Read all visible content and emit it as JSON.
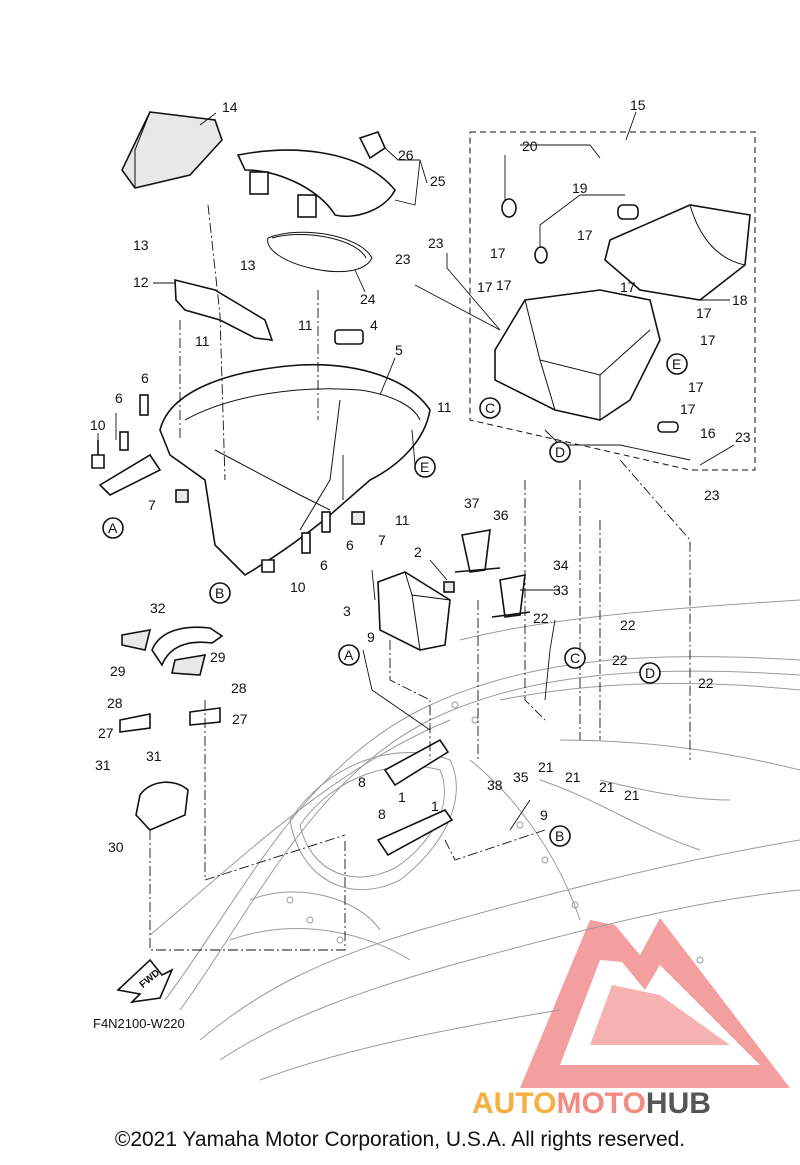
{
  "diagram": {
    "drawing_code": "F4N2100-W220",
    "fwd_label": "FWD",
    "copyright": "©2021 Yamaha Motor Corporation, U.S.A. All rights reserved.",
    "watermark": {
      "part1": "AUTO",
      "part2": "MOTO",
      "part3": "HUB",
      "colors": {
        "auto": "#f5b041",
        "moto": "#f28b82",
        "hub": "#555555",
        "logo": "#f08080"
      }
    },
    "callouts": [
      {
        "id": "c14",
        "label": "14"
      },
      {
        "id": "c15",
        "label": "15"
      },
      {
        "id": "c20",
        "label": "20"
      },
      {
        "id": "c26",
        "label": "26"
      },
      {
        "id": "c25",
        "label": "25"
      },
      {
        "id": "c19",
        "label": "19"
      },
      {
        "id": "c13a",
        "label": "13"
      },
      {
        "id": "c13b",
        "label": "13"
      },
      {
        "id": "c12",
        "label": "12"
      },
      {
        "id": "c24",
        "label": "24"
      },
      {
        "id": "c23a",
        "label": "23"
      },
      {
        "id": "c23b",
        "label": "23"
      },
      {
        "id": "c17a",
        "label": "17"
      },
      {
        "id": "c17b",
        "label": "17"
      },
      {
        "id": "c17c",
        "label": "17"
      },
      {
        "id": "c17d",
        "label": "17"
      },
      {
        "id": "c17e",
        "label": "17"
      },
      {
        "id": "c17f",
        "label": "17"
      },
      {
        "id": "c17g",
        "label": "17"
      },
      {
        "id": "c17h",
        "label": "17"
      },
      {
        "id": "c17i",
        "label": "17"
      },
      {
        "id": "c18",
        "label": "18"
      },
      {
        "id": "c4",
        "label": "4"
      },
      {
        "id": "c11a",
        "label": "11"
      },
      {
        "id": "c11b",
        "label": "11"
      },
      {
        "id": "c11c",
        "label": "11"
      },
      {
        "id": "c11d",
        "label": "11"
      },
      {
        "id": "c5",
        "label": "5"
      },
      {
        "id": "c6a",
        "label": "6"
      },
      {
        "id": "c6b",
        "label": "6"
      },
      {
        "id": "c6c",
        "label": "6"
      },
      {
        "id": "c6d",
        "label": "6"
      },
      {
        "id": "c10a",
        "label": "10"
      },
      {
        "id": "c10b",
        "label": "10"
      },
      {
        "id": "c7a",
        "label": "7"
      },
      {
        "id": "c7b",
        "label": "7"
      },
      {
        "id": "c16",
        "label": "16"
      },
      {
        "id": "c23c",
        "label": "23"
      },
      {
        "id": "c23d",
        "label": "23"
      },
      {
        "id": "c37",
        "label": "37"
      },
      {
        "id": "c36",
        "label": "36"
      },
      {
        "id": "c2",
        "label": "2"
      },
      {
        "id": "c34",
        "label": "34"
      },
      {
        "id": "c33",
        "label": "33"
      },
      {
        "id": "c3",
        "label": "3"
      },
      {
        "id": "c32",
        "label": "32"
      },
      {
        "id": "c29a",
        "label": "29"
      },
      {
        "id": "c29b",
        "label": "29"
      },
      {
        "id": "c9a",
        "label": "9"
      },
      {
        "id": "c22a",
        "label": "22"
      },
      {
        "id": "c22b",
        "label": "22"
      },
      {
        "id": "c22c",
        "label": "22"
      },
      {
        "id": "c22d",
        "label": "22"
      },
      {
        "id": "c28a",
        "label": "28"
      },
      {
        "id": "c28b",
        "label": "28"
      },
      {
        "id": "c27a",
        "label": "27"
      },
      {
        "id": "c27b",
        "label": "27"
      },
      {
        "id": "c31a",
        "label": "31"
      },
      {
        "id": "c31b",
        "label": "31"
      },
      {
        "id": "c8a",
        "label": "8"
      },
      {
        "id": "c8b",
        "label": "8"
      },
      {
        "id": "c1a",
        "label": "1"
      },
      {
        "id": "c1b",
        "label": "1"
      },
      {
        "id": "c38",
        "label": "38"
      },
      {
        "id": "c35",
        "label": "35"
      },
      {
        "id": "c21a",
        "label": "21"
      },
      {
        "id": "c21b",
        "label": "21"
      },
      {
        "id": "c21c",
        "label": "21"
      },
      {
        "id": "c21d",
        "label": "21"
      },
      {
        "id": "c9b",
        "label": "9"
      },
      {
        "id": "c30",
        "label": "30"
      }
    ],
    "ref_markers": [
      {
        "id": "mA1",
        "label": "A"
      },
      {
        "id": "mB1",
        "label": "B"
      },
      {
        "id": "mC1",
        "label": "C"
      },
      {
        "id": "mD1",
        "label": "D"
      },
      {
        "id": "mE1",
        "label": "E"
      },
      {
        "id": "mE2",
        "label": "E"
      },
      {
        "id": "mA2",
        "label": "A"
      },
      {
        "id": "mC2",
        "label": "C"
      },
      {
        "id": "mD2",
        "label": "D"
      },
      {
        "id": "mB2",
        "label": "B"
      }
    ]
  }
}
